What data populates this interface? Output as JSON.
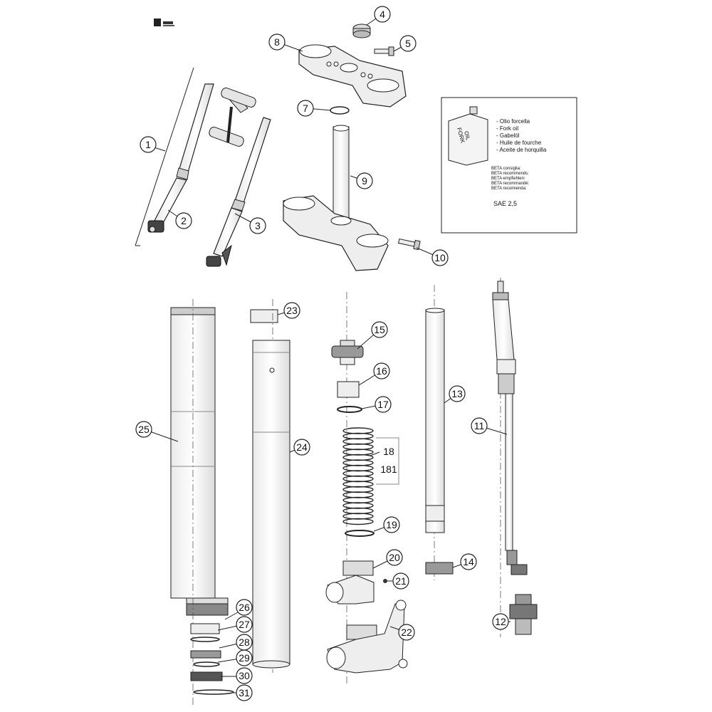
{
  "callouts": {
    "c1": "1",
    "c2": "2",
    "c3": "3",
    "c4": "4",
    "c5": "5",
    "c7": "7",
    "c8": "8",
    "c9": "9",
    "c10": "10",
    "c11": "11",
    "c12": "12",
    "c13": "13",
    "c14": "14",
    "c15": "15",
    "c16": "16",
    "c17": "17",
    "c18": "18",
    "c181": "181",
    "c19": "19",
    "c20": "20",
    "c21": "21",
    "c22": "22",
    "c23": "23",
    "c24": "24",
    "c25": "25",
    "c26": "26",
    "c27": "27",
    "c28": "28",
    "c29": "29",
    "c30": "30",
    "c31": "31"
  },
  "oil_box": {
    "can_label_1": "FORK",
    "can_label_2": "OIL",
    "names": [
      "- Olio forcella",
      "- Fork oil",
      "- Gabelöl",
      "- Huile de fourche",
      "- Aceite de horquilla"
    ],
    "recommend": [
      "BETA consiglia:",
      "BETA recommends:",
      "BETA empfiehlen:",
      "BETA recommandé:",
      "BETA recomienda:"
    ],
    "grade": "SAE 2,5"
  },
  "icons": {
    "corner_logo": "brand-logo-icon"
  }
}
